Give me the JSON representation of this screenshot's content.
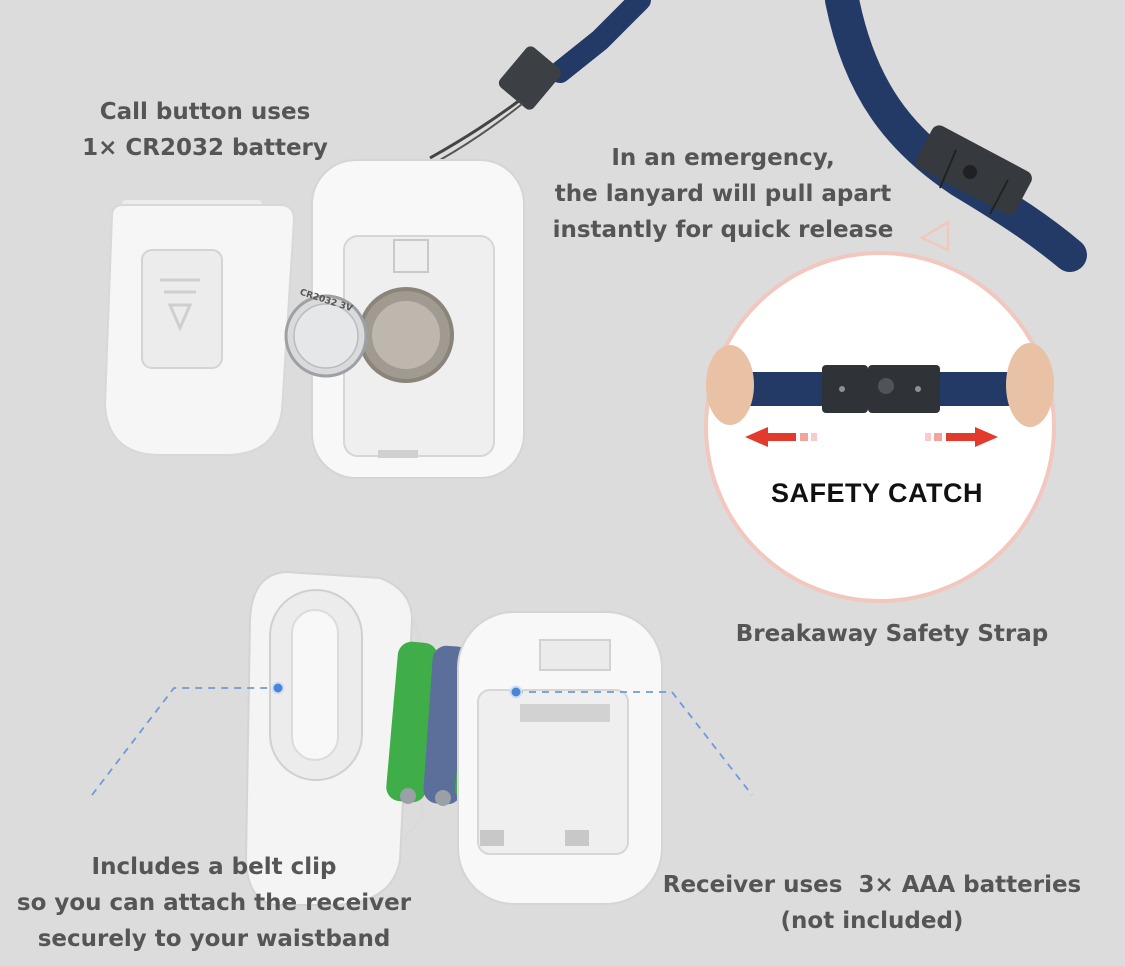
{
  "captions": {
    "call_button": [
      "Call button uses",
      "1× CR2032 battery"
    ],
    "emergency": [
      "In an emergency,",
      "the lanyard will pull apart",
      "instantly for quick release"
    ],
    "breakaway": "Breakaway Safety Strap",
    "belt_clip": [
      "Includes a belt clip",
      "so you can attach the receiver",
      "securely to your waistband"
    ],
    "receiver": [
      "Receiver uses  3× AAA batteries",
      "(not included)"
    ]
  },
  "callout": {
    "safety_catch": "SAFETY CATCH"
  },
  "battery_print": {
    "coin_cell": "CR2032 3V"
  },
  "colors": {
    "background": "#dcdcdc",
    "caption_text": "#555555",
    "lanyard_navy": "#243a66",
    "arrow_red": "#e23b2e",
    "callout_ring": "#f2c7bd",
    "battery_green": "#3fae49",
    "battery_blue": "#5b6f9a",
    "leader_line": "#6f9ad6"
  },
  "icons": {
    "arrow_left": "red-arrow-left-icon",
    "arrow_right": "red-arrow-right-icon",
    "pointer": "callout-pointer-icon"
  }
}
